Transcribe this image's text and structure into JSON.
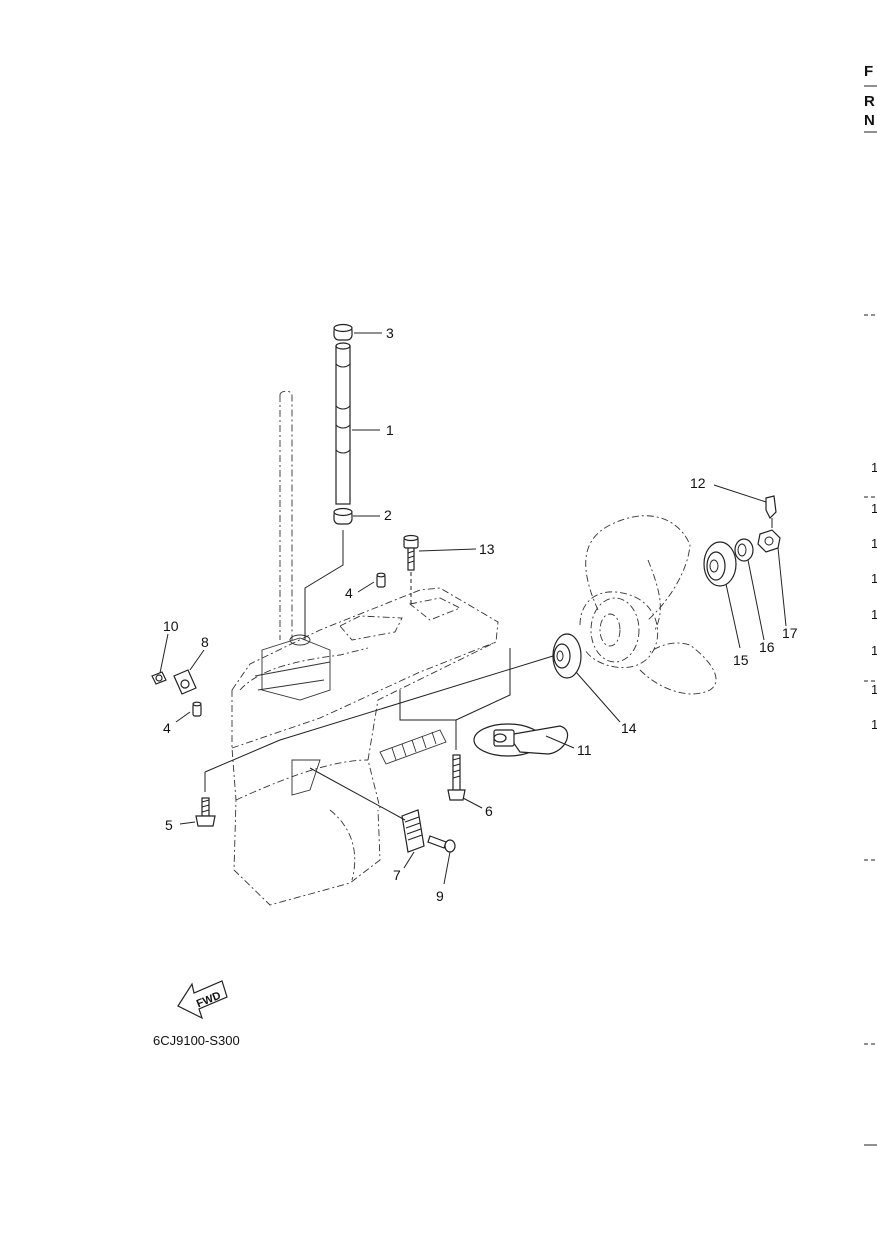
{
  "diagram_code": "6CJ9100-S300",
  "fwd_label": "FWD",
  "callouts": [
    "1",
    "2",
    "3",
    "4",
    "4",
    "5",
    "6",
    "7",
    "8",
    "9",
    "10",
    "11",
    "12",
    "13",
    "14",
    "15",
    "16",
    "17"
  ],
  "right_edge": {
    "letters": [
      "F",
      "R",
      "N"
    ],
    "numbers": [
      "1",
      "1",
      "1",
      "1",
      "1",
      "1",
      "1",
      "1"
    ]
  }
}
